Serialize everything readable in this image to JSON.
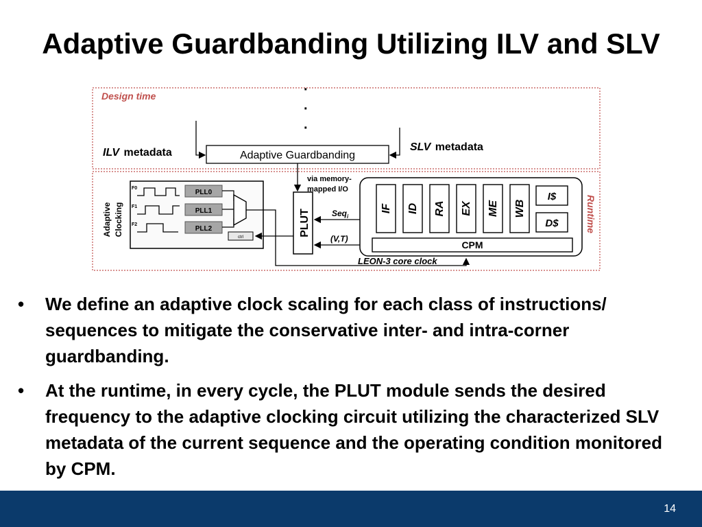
{
  "slide": {
    "title": "Adaptive Guardbanding Utilizing ILV and SLV",
    "page_number": "14"
  },
  "diagram": {
    "design_time_label": "Design time",
    "runtime_label": "Runtime",
    "ilv_prefix": "ILV",
    "ilv_suffix": "metadata",
    "slv_prefix": "SLV",
    "slv_suffix": "metadata",
    "guardband_box": "Adaptive Guardbanding",
    "adaptive_clocking_line1": "Adaptive",
    "adaptive_clocking_line2": "Clocking",
    "f0_label": "F0",
    "f1_label": "F1",
    "f2_label": "F2",
    "pll0": "PLL0",
    "pll1": "PLL1",
    "pll2": "PLL2",
    "ctrl_label": "ctrl",
    "plut": "PLUT",
    "via_line1": "via memory-",
    "via_line2": "mapped I/O",
    "seq_label": "Seq",
    "seq_sub": "i",
    "vt_label": "(V,T)",
    "stages": [
      "IF",
      "ID",
      "RA",
      "EX",
      "ME",
      "WB"
    ],
    "icache": "I$",
    "dcache": "D$",
    "cpm": "CPM",
    "core_clock": "LEON-3 core clock",
    "dots": [
      "·",
      "·",
      "·"
    ]
  },
  "bullets": [
    "We define an adaptive clock scaling for each class of instructions/ sequences to mitigate the conservative inter- and intra-corner guardbanding.",
    "At the runtime, in every cycle, the PLUT module sends the desired frequency to the adaptive clocking circuit utilizing the characterized SLV metadata of the current sequence and the operating condition monitored by CPM."
  ],
  "colors": {
    "accent_red": "#c0504d",
    "footer_blue": "#0b3a6b",
    "pll_gray": "#a6a6a6"
  }
}
